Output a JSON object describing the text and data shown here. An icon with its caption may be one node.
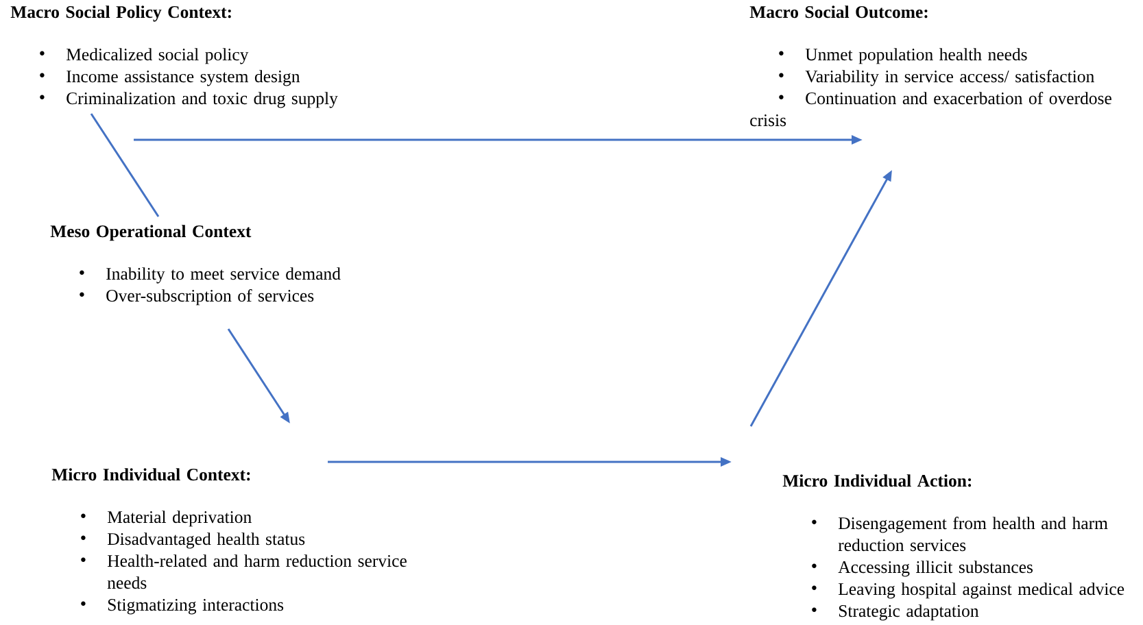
{
  "diagram": {
    "nodes": [
      {
        "text": [
          "Macro Social Policy Context:",
          "Medicalized social policy",
          "Income assistance system design",
          "Criminalization and toxic drug supply"
        ]
      },
      {
        "text": [
          "Macro Social Outcome:",
          "Unmet population health needs",
          "Variability in service access/ satisfaction",
          "Continuation and exacerbation of overdose crisis"
        ]
      },
      {
        "text": [
          "Meso Operational Context",
          "Inability to meet service demand",
          "Over-subscription of services"
        ]
      },
      {
        "text": [
          "Micro Individual Context:",
          "Material deprivation",
          "Disadvantaged health status",
          "Health-related and harm reduction service needs",
          "Stigmatizing interactions"
        ]
      },
      {
        "text": [
          "Micro Individual Action:",
          "Disengagement from health and harm reduction services",
          "Accessing illicit substances",
          "Leaving hospital against medical advice",
          "Strategic adaptation"
        ]
      }
    ],
    "edges": [
      {
        "from": 0,
        "to": 1,
        "arrow": "to"
      },
      {
        "from": 0,
        "to": 2,
        "arrow": "none"
      },
      {
        "from": 2,
        "to": 3,
        "arrow": "to"
      },
      {
        "from": 3,
        "to": 4,
        "arrow": "to"
      },
      {
        "from": 4,
        "to": 1,
        "arrow": "to"
      }
    ]
  }
}
